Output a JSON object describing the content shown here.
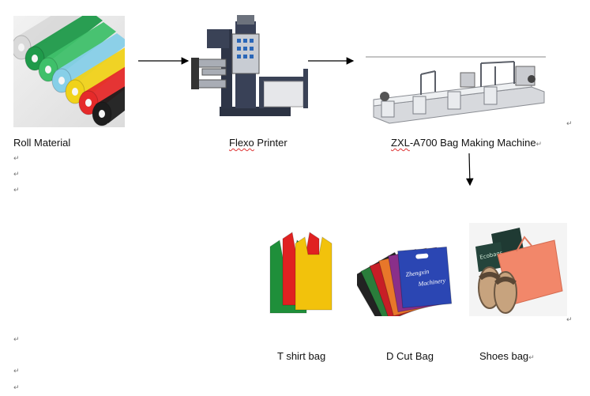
{
  "process": {
    "roll_material": "Roll Material",
    "flexo_printer_word": "Flexo",
    "flexo_printer_rest": " Printer",
    "machine_model": "ZXL",
    "machine_rest": "-A700 Bag Making Machine"
  },
  "products": {
    "tshirt_bag": "T shirt bag",
    "dcut_bag": "D Cut Bag",
    "shoes_bag": "Shoes bag",
    "dcut_print_line1": "Zhengxin",
    "dcut_print_line2": "Machinery",
    "shoes_logo": "Ecobags"
  },
  "marks": {
    "paragraph": "↵"
  },
  "colors": {
    "roll_colors": [
      "#d9d9d9",
      "#1f9a4a",
      "#3fc06a",
      "#87cfe8",
      "#f0d21a",
      "#e52a2a",
      "#1d1d1d"
    ],
    "tshirt_colors": [
      "#1f8f3a",
      "#e02121",
      "#f2c20c"
    ],
    "dcut_colors": [
      "#222222",
      "#2a7d3b",
      "#c71e26",
      "#e8772a",
      "#8a2f8a",
      "#2b46b3"
    ],
    "shoes_bag_color": "#f2876a",
    "arrow_color": "#000000"
  }
}
